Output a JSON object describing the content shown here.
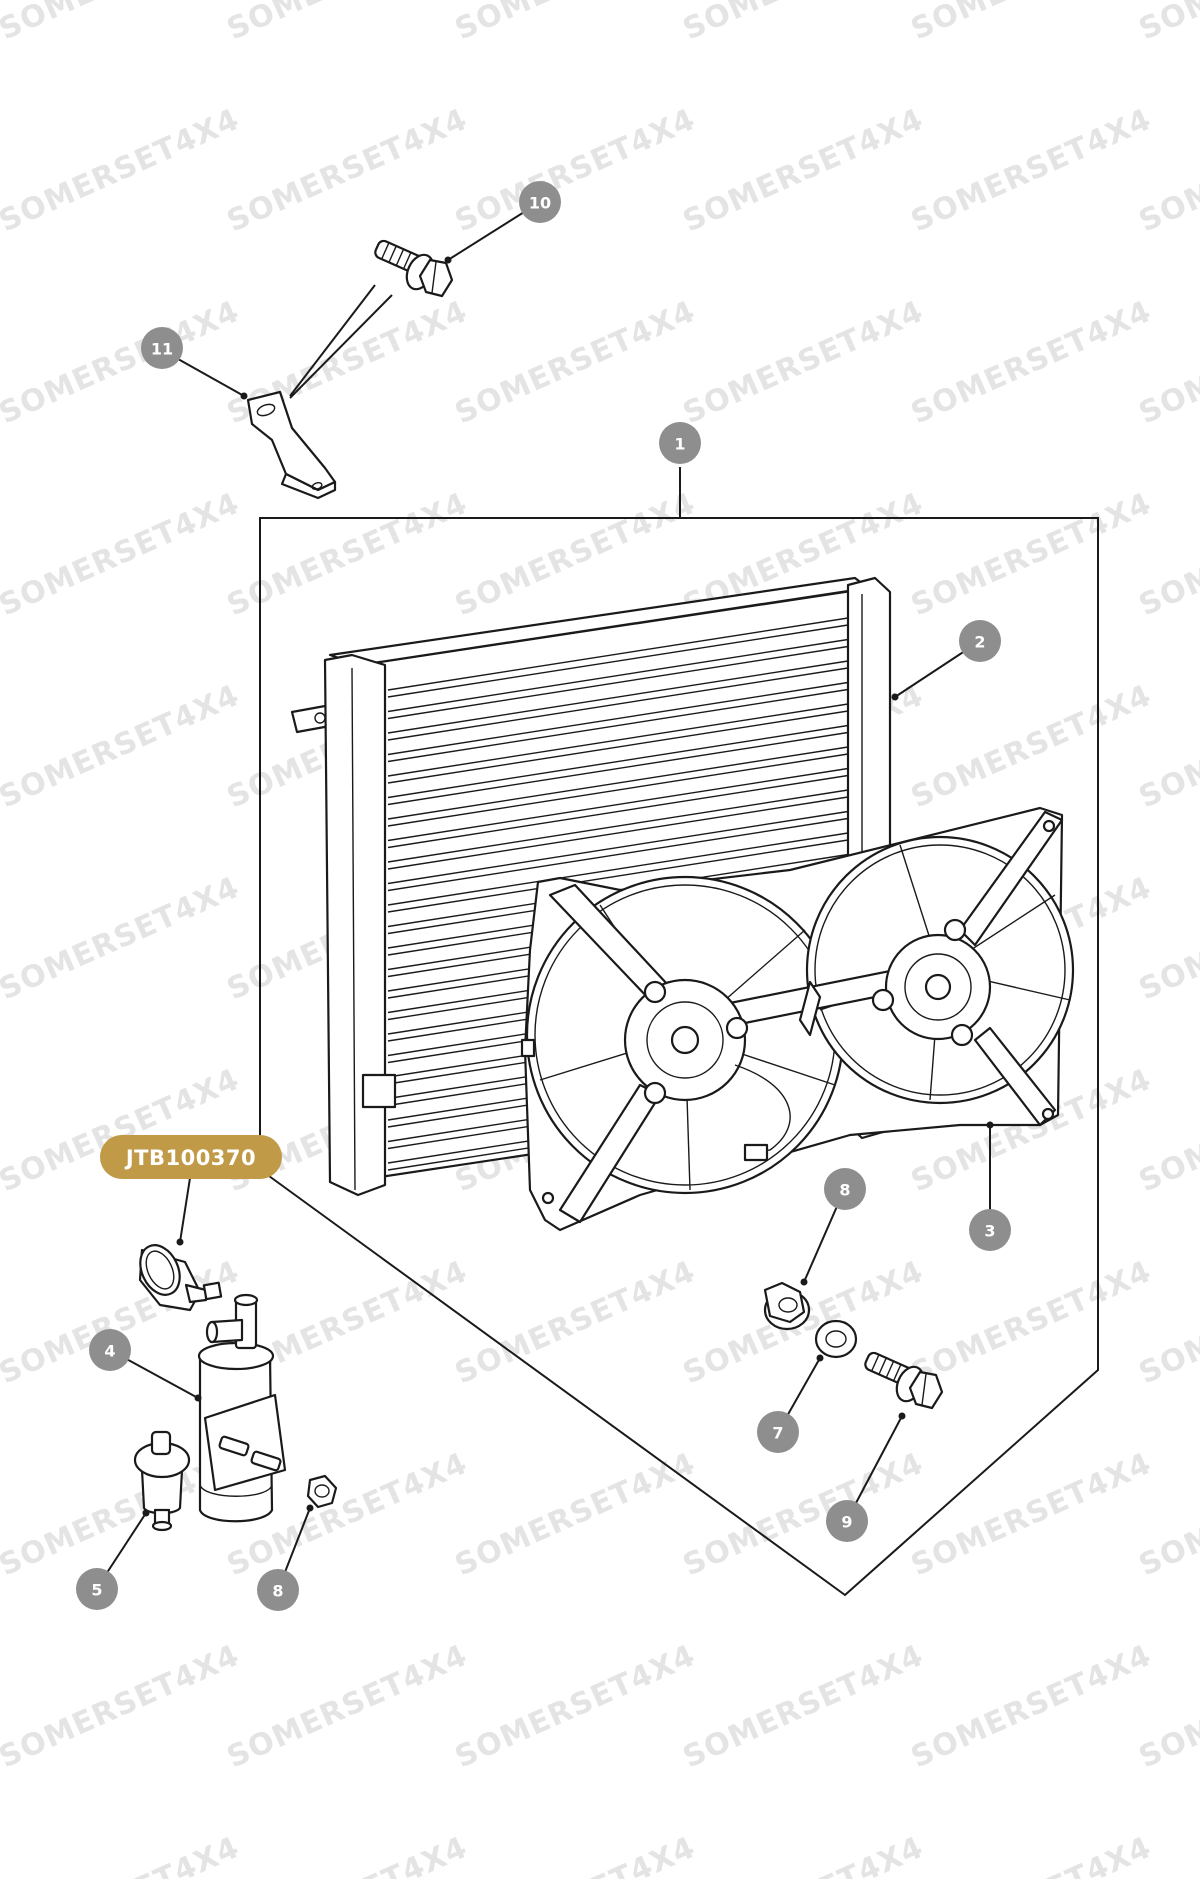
{
  "watermark": "SOMERSET4X4",
  "part_number": "JTB100370",
  "callouts": {
    "c1": "1",
    "c2": "2",
    "c3": "3",
    "c4": "4",
    "c5": "5",
    "c7": "7",
    "c8a": "8",
    "c8b": "8",
    "c9": "9",
    "c10": "10",
    "c11": "11"
  },
  "colors": {
    "callout": "#8e8e8e",
    "part_number_badge": "#c19a48",
    "line": "#1a1a1a",
    "watermark": "#e4e4e4"
  }
}
